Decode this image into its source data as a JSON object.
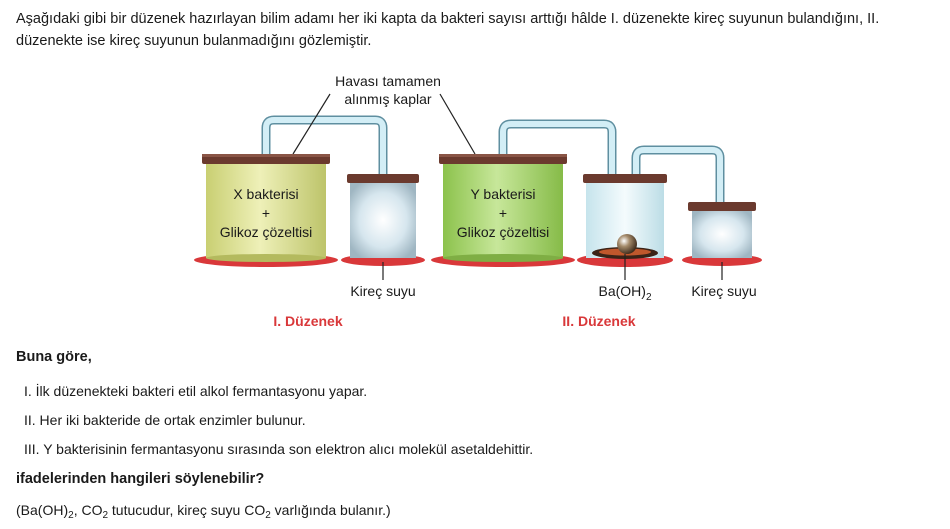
{
  "intro": "Aşağıdaki gibi bir düzenek hazırlayan bilim adamı her iki kapta da bakteri sayısı arttığı hâlde I. düzenekte kireç suyunun bulandığını, II. düzenekte ise kireç suyunun bulanmadığını gözlemiştir.",
  "diagram": {
    "callout_line1": "Havası tamamen",
    "callout_line2": "alınmış kaplar",
    "jar_x_line1": "X bakterisi",
    "jar_x_line2": "+",
    "jar_x_line3": "Glikoz çözeltisi",
    "jar_y_line1": "Y bakterisi",
    "jar_y_line2": "+",
    "jar_y_line3": "Glikoz çözeltisi",
    "limewater_label_1": "Kireç suyu",
    "baoh_label": "Ba(OH)",
    "baoh_sub": "2",
    "limewater_label_2": "Kireç suyu",
    "setup1_label": "I. Düzenek",
    "setup2_label": "II. Düzenek"
  },
  "heading": "Buna göre,",
  "statements": [
    "I. İlk düzenekteki bakteri etil alkol fermantasyonu yapar.",
    "II. Her iki bakteride de ortak enzimler bulunur.",
    "III. Y bakterisinin fermantasyonu sırasında son elektron alıcı molekül asetaldehittir."
  ],
  "question": "ifadelerinden hangileri söylenebilir?",
  "note": {
    "p1": "(Ba(OH)",
    "s1": "2",
    "p2": ", CO",
    "s2": "2",
    "p3": " tutucudur, kireç suyu CO",
    "s3": "2",
    "p4": " varlığında bulanır.)"
  },
  "colors": {
    "accent_red": "#d9383a",
    "jar_x": "#dde39a",
    "jar_y": "#a8d56a",
    "lid": "#6b3a2e",
    "tube": "#bfe6f2"
  }
}
